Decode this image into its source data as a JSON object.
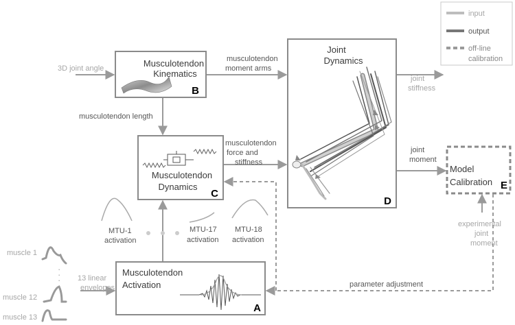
{
  "legend": {
    "input_label": "input",
    "output_label": "output",
    "offline_label_1": "off-line",
    "offline_label_2": "calibration"
  },
  "blocks": {
    "kinematics": {
      "line1": "Musculotendon",
      "line2": "Kinematics",
      "letter": "B"
    },
    "dynamics": {
      "line1": "Musculotendon",
      "line2": "Dynamics",
      "letter": "C"
    },
    "activation": {
      "line1": "Musculotendon",
      "line2": "Activation",
      "letter": "A"
    },
    "joint": {
      "line1": "Joint",
      "line2": "Dynamics",
      "letter": "D"
    },
    "calibration": {
      "line1": "Model",
      "line2": "Calibration",
      "letter": "E"
    }
  },
  "labels": {
    "joint_angle": "3D joint angle",
    "moment_arms_1": "musculotendon",
    "moment_arms_2": "moment arms",
    "mt_length": "musculotendon length",
    "force_1": "musculotendon",
    "force_2": "force and",
    "force_3": "stiffness",
    "stiffness_1": "joint",
    "stiffness_2": "stiffness",
    "moment_1": "joint",
    "moment_2": "moment",
    "exp_1": "experimental",
    "exp_2": "joint",
    "exp_3": "moment",
    "param_adjust": "parameter adjustment",
    "envelopes_1": "13 linear",
    "envelopes_2": "envelopes",
    "muscle_1": "muscle 1",
    "muscle_12": "muscle 12",
    "muscle_13": "muscle 13",
    "mtu1_1": "MTU-1",
    "mtu1_2": "activation",
    "mtu17_1": "MTU-17",
    "mtu17_2": "activation",
    "mtu18_1": "MTU-18",
    "mtu18_2": "activation"
  },
  "colors": {
    "box_border": "#8a8a8a",
    "arrow": "#9a9a9a",
    "label_dim": "#a6a6a6",
    "text_dark": "#3a3a3a",
    "letter": "#000000"
  }
}
